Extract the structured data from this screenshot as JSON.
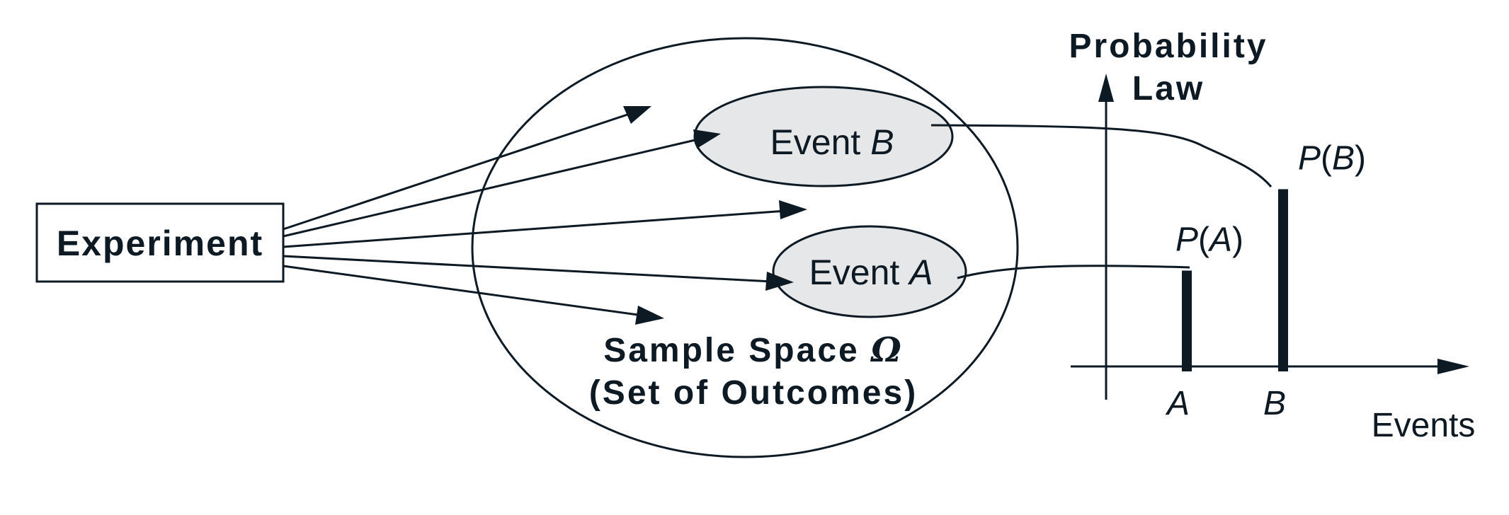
{
  "experiment": {
    "label": "Experiment"
  },
  "sample_space": {
    "line1": "Sample Space ",
    "omega": "Ω",
    "line2": "(Set of Outcomes)"
  },
  "events": {
    "b": {
      "prefix": "Event ",
      "letter": "B"
    },
    "a": {
      "prefix": "Event ",
      "letter": "A"
    }
  },
  "probability_law": {
    "title_line1": "Probability",
    "title_line2": "Law",
    "x_axis_label": "Events"
  },
  "bars": [
    {
      "category": "A",
      "value_label_open": "P(",
      "value_label_letter": "A",
      "value_label_close": ")",
      "relative_height": 0.52
    },
    {
      "category": "B",
      "value_label_open": "P(",
      "value_label_letter": "B",
      "value_label_close": ")",
      "relative_height": 0.94
    }
  ],
  "colors": {
    "ink": "#0d1a24",
    "event_fill": "#e6e7e8",
    "background": "#ffffff"
  }
}
